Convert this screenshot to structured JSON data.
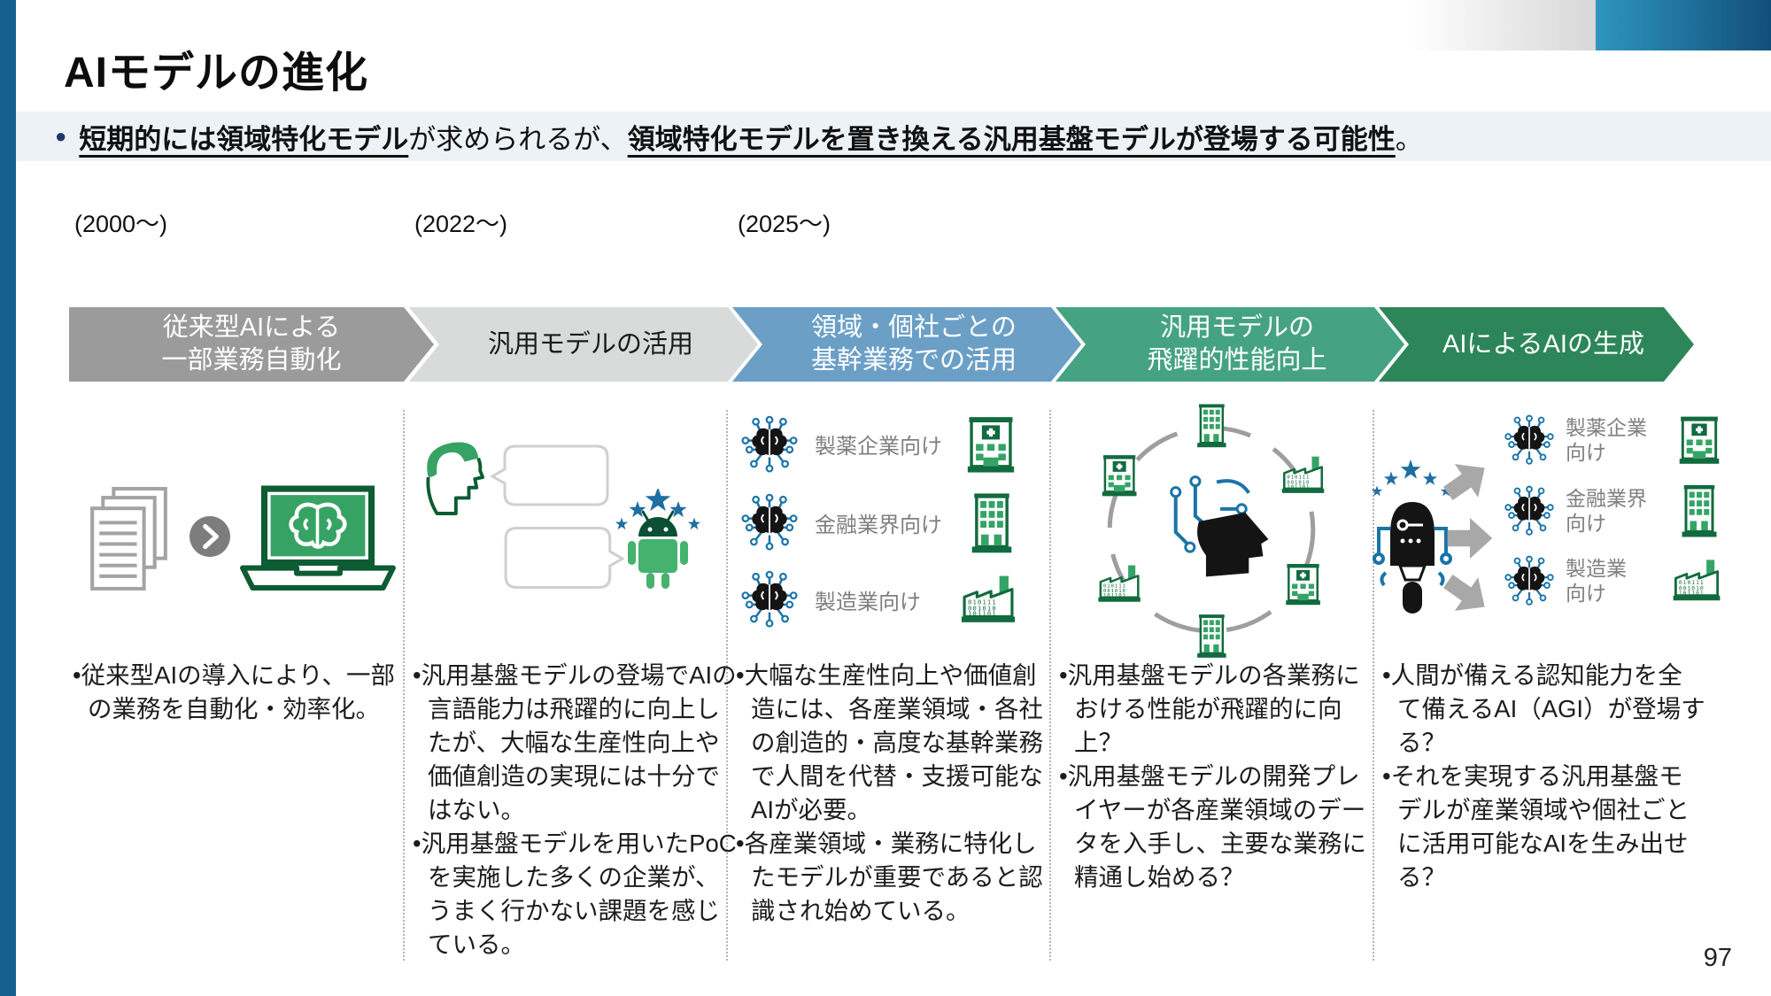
{
  "slide": {
    "title": "AIモデルの進化",
    "page_number": "97"
  },
  "key_message": {
    "bullet_glyph": "●",
    "segments": [
      {
        "text": "短期的には領域特化モデル",
        "emphasis": true
      },
      {
        "text": "が求められるが、",
        "emphasis": false
      },
      {
        "text": "領域特化モデルを置き換える汎用基盤モデルが登場する可能性",
        "emphasis": true
      },
      {
        "text": "。",
        "emphasis": false
      }
    ]
  },
  "timeline": {
    "year_labels": [
      "(2000～)",
      "(2022～)",
      "(2025～)"
    ],
    "stages": [
      {
        "line1": "従来型AIによる",
        "line2": "一部業務自動化",
        "bg": "#9b9b9b",
        "fg": "#ffffff"
      },
      {
        "line1": "汎用モデルの活用",
        "line2": "",
        "bg": "#d9dada",
        "fg": "#1a1a1a"
      },
      {
        "line1": "領域・個社ごとの",
        "line2": "基幹業務での活用",
        "bg": "#6b9fc6",
        "fg": "#ffffff"
      },
      {
        "line1": "汎用モデルの",
        "line2": "飛躍的性能向上",
        "bg": "#45a384",
        "fg": "#ffffff"
      },
      {
        "line1": "AIによるAIの生成",
        "line2": "",
        "bg": "#2c8659",
        "fg": "#ffffff"
      }
    ]
  },
  "industries": [
    {
      "label": "製薬企業向け",
      "line1": "製薬企業",
      "line2": "向け",
      "building": "hospital"
    },
    {
      "label": "金融業界向け",
      "line1": "金融業界",
      "line2": "向け",
      "building": "office"
    },
    {
      "label": "製造業向け",
      "line1": "製造業",
      "line2": "向け",
      "building": "factory"
    }
  ],
  "columns": [
    {
      "bullets": [
        "•従来型AIの導入により、一部の業務を自動化・効率化。"
      ]
    },
    {
      "bullets": [
        "•汎用基盤モデルの登場でAIの言語能力は飛躍的に向上したが、大幅な生産性向上や価値創造の実現には十分ではない。",
        "•汎用基盤モデルを用いたPoCを実施した多くの企業が、うまく行かない課題を感じている。"
      ]
    },
    {
      "bullets": [
        "•大幅な生産性向上や価値創造には、各産業領域・各社の創造的・高度な基幹業務で人間を代替・支援可能なAIが必要。",
        "•各産業領域・業務に特化したモデルが重要であると認識され始めている。"
      ]
    },
    {
      "bullets": [
        "•汎用基盤モデルの各業務における性能が飛躍的に向上？",
        "•汎用基盤モデルの開発プレイヤーが各産業領域のデータを入手し、主要な業務に精通し始める？"
      ]
    },
    {
      "bullets": [
        "•人間が備える認知能力を全て備えるAI（AGI）が登場する？",
        "•それを実現する汎用基盤モデルが産業領域や個社ごとに活用可能なAIを生み出せる？"
      ]
    }
  ],
  "icons": {
    "documents-icon": "stack of paper documents",
    "chevron-circle-icon": "gray circle with right chevron",
    "laptop-brain-icon": "laptop with brain on green screen",
    "person-head-icon": "human head profile",
    "speech-bubble-icon": "chat speech bubbles",
    "android-robot-icon": "android robot with rating stars",
    "brain-circuit-icon": "brain with circuit nodes",
    "hospital-building-icon": "pharma company building with cross",
    "office-building-icon": "finance office building",
    "factory-icon": "factory with binary digits",
    "network-circle-icon": "dashed circle of companies around AI head",
    "ai-head-icon": "black head with circuit brain",
    "robot-icon": "generative AI robot with stars",
    "block-arrow-icon": "gray block arrow"
  },
  "colors": {
    "accent_bar": "#155f8e",
    "key_message_bg": "#edf2f6",
    "bullet_color": "#1f3864",
    "green_fill": "#34a466",
    "green_dark": "#116b3e",
    "circuit_blue": "#1b74a8",
    "star_blue": "#1f6fa3",
    "arrow_gray": "#a8a8a8",
    "deco_blue_start": "#2e96c0",
    "deco_blue_end": "#114f79"
  }
}
